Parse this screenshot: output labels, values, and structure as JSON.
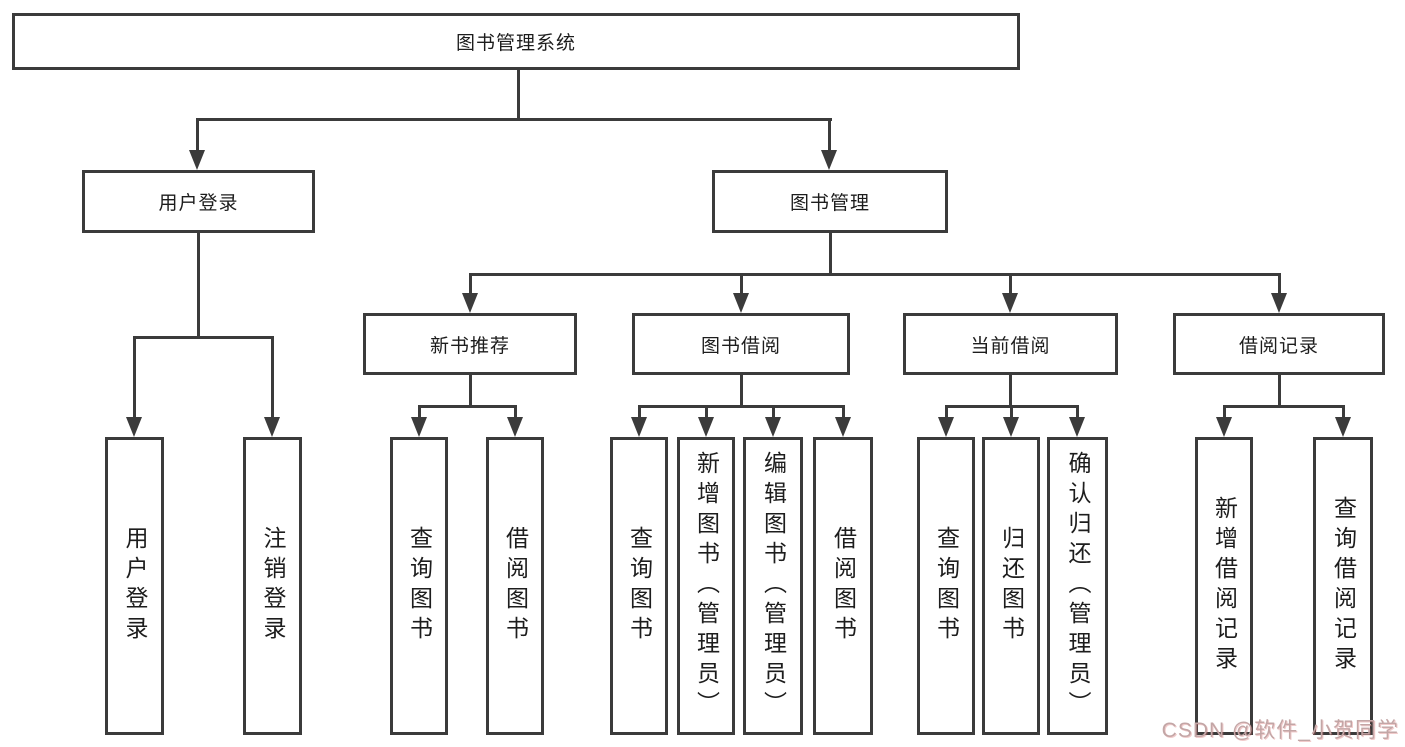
{
  "diagram": {
    "root": {
      "label": "图书管理系统"
    },
    "level2": [
      "用户登录",
      "图书管理"
    ],
    "level3": [
      "新书推荐",
      "图书借阅",
      "当前借阅",
      "借阅记录"
    ],
    "leaves": {
      "user": [
        "用户登录",
        "注销登录"
      ],
      "recommend": [
        "查询图书",
        "借阅图书"
      ],
      "borrow": [
        "查询图书",
        "新增图书（管理员）",
        "编辑图书（管理员）",
        "借阅图书"
      ],
      "current": [
        "查询图书",
        "归还图书",
        "确认归还（管理员）"
      ],
      "records": [
        "新增借阅记录",
        "查询借阅记录"
      ]
    },
    "colors": {
      "line": "#3b3b3b",
      "text": "#1d1d1d",
      "background": "#ffffff",
      "watermark": "#c3a6a6"
    }
  },
  "watermark": {
    "text": "CSDN @软件_小贺同学"
  }
}
